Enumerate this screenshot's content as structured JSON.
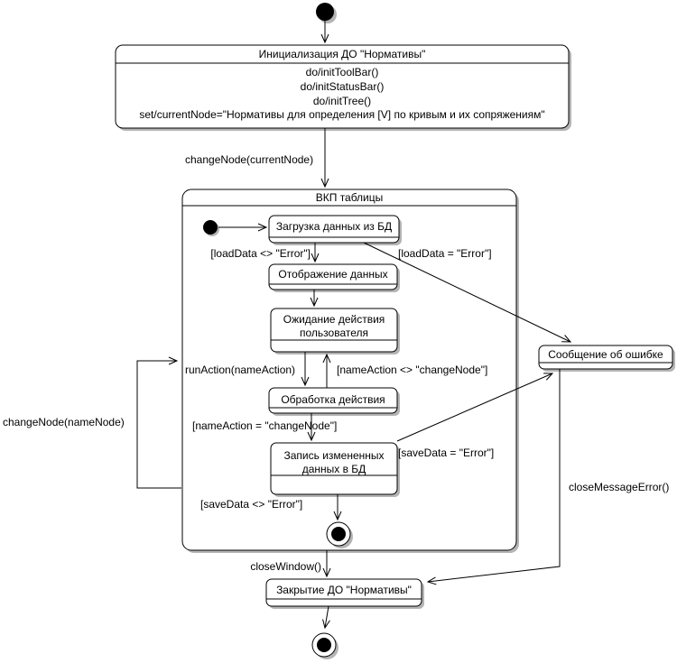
{
  "colors": {
    "line": "#000000",
    "state_fill": "#ffffff",
    "shadow": "#b4b4b4"
  },
  "init_state": {
    "title": "Инициализация ДО \"Нормативы\"",
    "actions": [
      "do/initToolBar()",
      "do/initStatusBar()",
      "do/initTree()",
      "set/currentNode=\"Нормативы для определения [V] по кривым и их сопряжениям\""
    ]
  },
  "composite_state": {
    "title": "ВКП таблицы",
    "states": {
      "load": "Загрузка данных из БД",
      "display": "Отображение данных",
      "wait_lines": [
        "Ожидание действия",
        "пользователя"
      ],
      "process": "Обработка действия",
      "save_lines": [
        "Запись измененных",
        "данных в БД"
      ]
    }
  },
  "error_state": {
    "title": "Сообщение об ошибке"
  },
  "close_state": {
    "title": "Закрытие ДО \"Нормативы\""
  },
  "transitions": {
    "change_node_current": "changeNode(currentNode)",
    "load_ok": "[loadData <> \"Error\"]",
    "load_error": "[loadData = \"Error\"]",
    "run_action": "runAction(nameAction)",
    "name_action_neq": "[nameAction <> \"changeNode\"]",
    "name_action_eq": "[nameAction = \"changeNode\"]",
    "save_error": "[saveData = \"Error\"]",
    "save_ok": "[saveData <> \"Error\"]",
    "change_node_name": "changeNode(nameNode)",
    "close_window": "closeWindow()",
    "close_message_error": "closeMessageError()"
  }
}
